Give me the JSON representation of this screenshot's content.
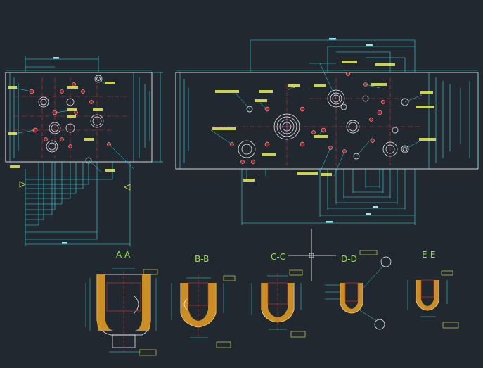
{
  "section_labels": [
    "A-A",
    "B-B",
    "C-C",
    "D-D",
    "E-E"
  ],
  "colors": {
    "background": "#212830",
    "outline": "#ffffff",
    "dimension": "#2fe0e8",
    "centerline": "#e03030",
    "hatch": "#e8a020",
    "hole_fill": "#b01818",
    "note": "#e8f05a",
    "section_label": "#9be34c"
  }
}
